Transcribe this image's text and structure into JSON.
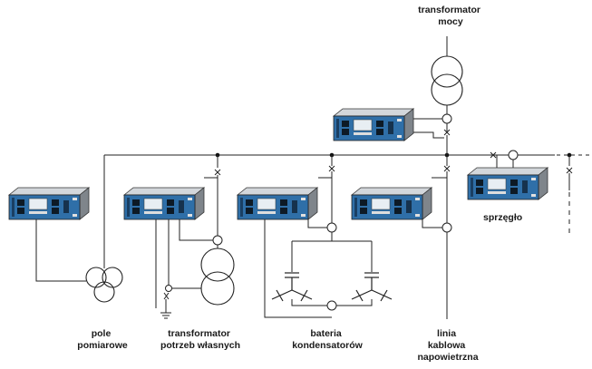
{
  "labels": {
    "power_transformer": [
      "transformator",
      "mocy"
    ],
    "coupler": [
      "sprzęgło"
    ],
    "measuring_bay": [
      "pole",
      "pomiarowe"
    ],
    "auxiliary_transformer": [
      "transformator",
      "potrzeb własnych"
    ],
    "capacitor_bank": [
      "bateria",
      "kondensatorów"
    ],
    "cable_overhead_line": [
      "linia",
      "kablowa",
      "napowietrzna"
    ]
  },
  "colors": {
    "relay_panel": "#2f6fa8",
    "relay_top": "#c8cdd2",
    "relay_side": "#8a8f95",
    "wire": "#222222"
  },
  "icons": [
    "relay-device",
    "voltage-transformer-icon",
    "power-transformer-icon",
    "capacitor-icon",
    "current-transformer-icon",
    "breaker-icon",
    "ground-icon"
  ]
}
